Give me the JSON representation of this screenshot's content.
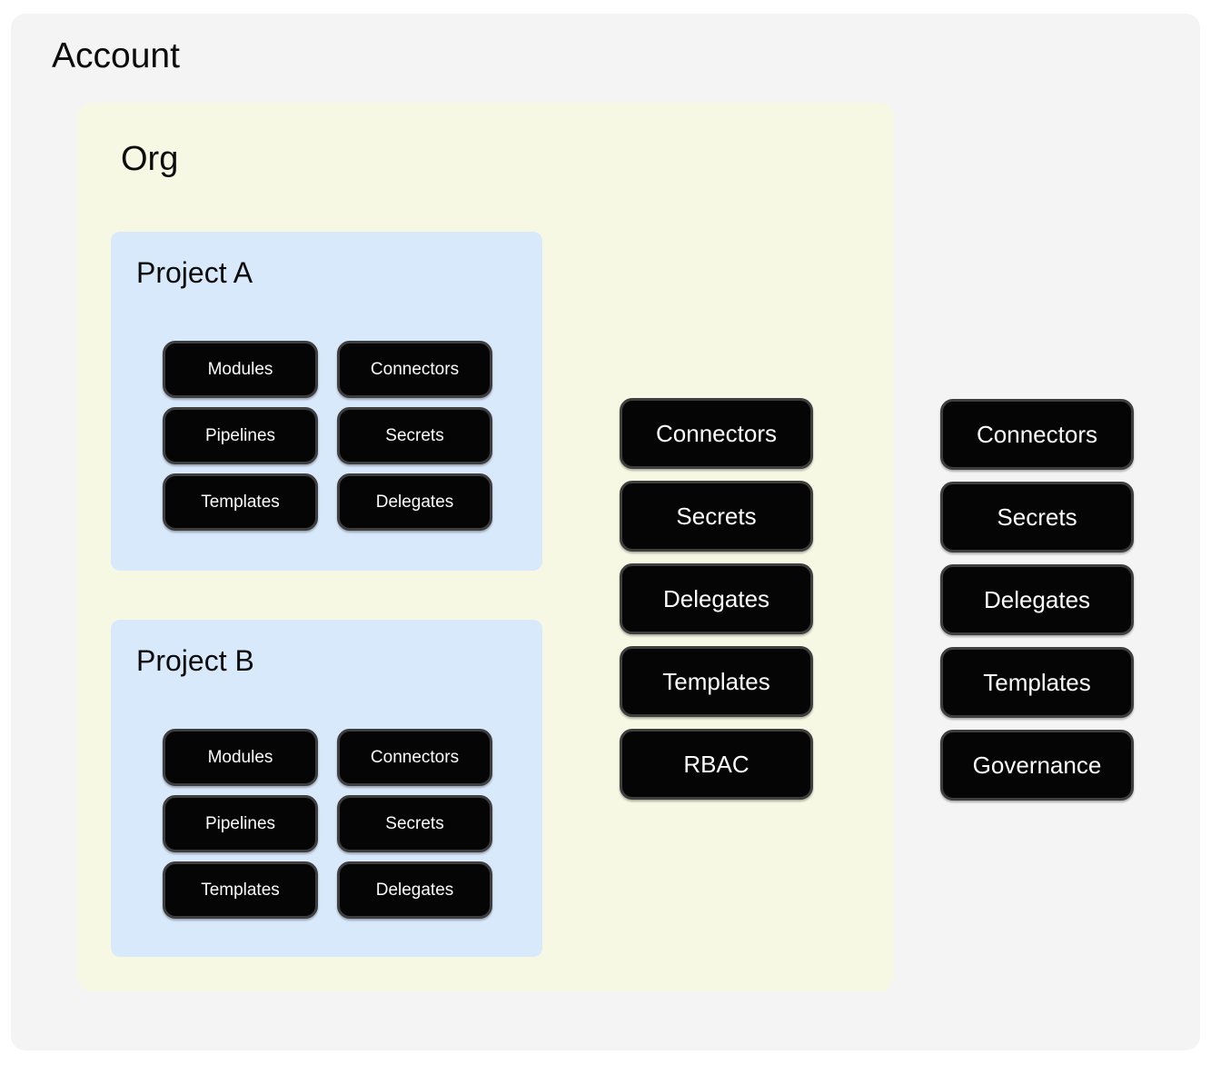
{
  "colors": {
    "page_bg": "#ffffff",
    "account_bg": "#f4f4f4",
    "org_bg": "#f7f8e3",
    "project_bg": "#d9e9fc",
    "chip_bg": "#050505",
    "chip_border": "#3e3e3e",
    "chip_text": "#fcfcfc",
    "title_text": "#0c0c0c"
  },
  "account": {
    "label": "Account",
    "chips": [
      "Connectors",
      "Secrets",
      "Delegates",
      "Templates",
      "Governance"
    ],
    "org": {
      "label": "Org",
      "chips": [
        "Connectors",
        "Secrets",
        "Delegates",
        "Templates",
        "RBAC"
      ],
      "projects": [
        {
          "label": "Project A",
          "chips": [
            "Modules",
            "Connectors",
            "Pipelines",
            "Secrets",
            "Templates",
            "Delegates"
          ]
        },
        {
          "label": "Project B",
          "chips": [
            "Modules",
            "Connectors",
            "Pipelines",
            "Secrets",
            "Templates",
            "Delegates"
          ]
        }
      ]
    }
  }
}
